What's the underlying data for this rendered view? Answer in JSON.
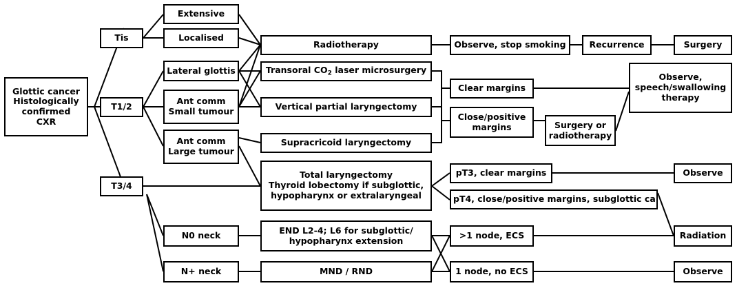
{
  "diagram": {
    "title": "Glottic cancer management algorithm",
    "type": "flowchart",
    "background_color": "#ffffff",
    "line_color": "#000000",
    "text_color": "#000000"
  },
  "nodes": {
    "root": {
      "label": "Glottic cancer\nHistologically\nconfirmed\nCXR"
    },
    "tis": {
      "label": "Tis"
    },
    "t12": {
      "label": "T1/2"
    },
    "t34": {
      "label": "T3/4"
    },
    "extensive": {
      "label": "Extensive"
    },
    "localised": {
      "label": "Localised"
    },
    "lateral_glottis": {
      "label": "Lateral glottis"
    },
    "ant_comm_small": {
      "label": "Ant comm\nSmall tumour"
    },
    "ant_comm_large": {
      "label": "Ant comm\nLarge tumour"
    },
    "n0_neck": {
      "label": "N0 neck"
    },
    "n_plus_neck": {
      "label": "N+ neck"
    },
    "radiotherapy": {
      "label": "Radiotherapy"
    },
    "transoral_co2": {
      "label_pre": "Transoral CO",
      "label_sub": "2",
      "label_post": " laser microsurgery"
    },
    "vertical_partial": {
      "label": "Vertical partial laryngectomy"
    },
    "supracricoid": {
      "label": "Supracricoid laryngectomy"
    },
    "total_laryngectomy": {
      "label": "Total laryngectomy\nThyroid lobectomy if subglottic,\nhypopharynx  or extralaryngeal"
    },
    "end_dissection": {
      "label": "END L2-4; L6 for subglottic/\nhypopharynx extension"
    },
    "mnd_rnd": {
      "label": "MND / RND"
    },
    "observe_stop_smoking": {
      "label": "Observe, stop smoking"
    },
    "recurrence": {
      "label": "Recurrence"
    },
    "surgery": {
      "label": "Surgery"
    },
    "clear_margins": {
      "label": "Clear margins"
    },
    "close_positive_margins": {
      "label": "Close/positive\nmargins"
    },
    "surgery_or_radiotherapy": {
      "label": "Surgery or\nradiotherapy"
    },
    "observe_speech_swallowing": {
      "label": "Observe,\nspeech/swallowing\ntherapy"
    },
    "pt3_clear_margins": {
      "label": "pT3, clear margins"
    },
    "pt4_close_positive": {
      "label": "pT4, close/positive margins, subglottic ca"
    },
    "observe_pt3": {
      "label": "Observe"
    },
    "node_gt1_ecs": {
      "label": ">1 node, ECS"
    },
    "node_1_no_ecs": {
      "label": "1 node, no ECS"
    },
    "radiation": {
      "label": "Radiation"
    },
    "observe_node": {
      "label": "Observe"
    }
  }
}
